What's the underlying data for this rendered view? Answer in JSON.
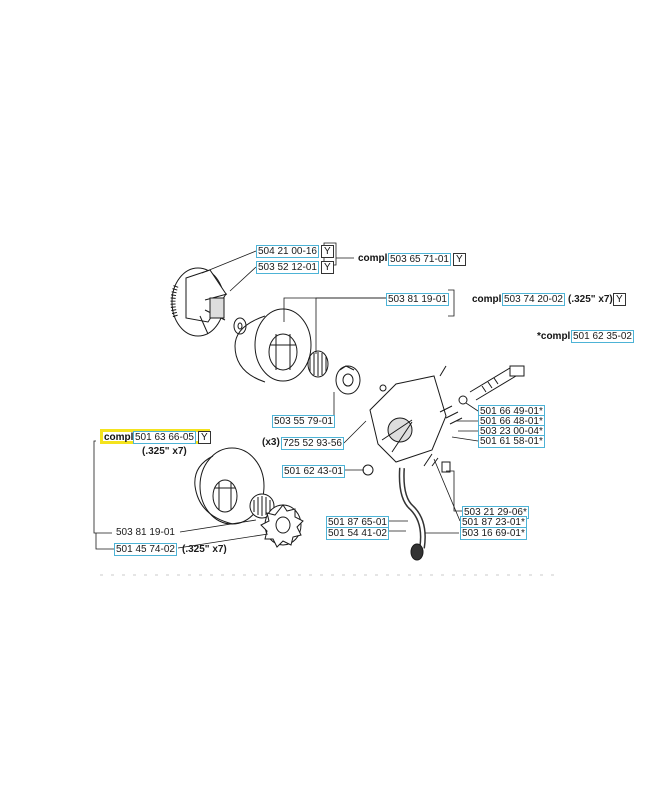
{
  "accent_color": "#4db3d6",
  "highlight_color": "#f4e31e",
  "compl_prefix": "compl",
  "compl_prefix_star": "*compl",
  "suffix_y": "Y",
  "parts": {
    "p504_21": "504 21 00-16",
    "p503_52": "503 52 12-01",
    "p503_65": "503 65 71-01",
    "p503_81_top": "503 81 19-01",
    "p503_74": "503 74 20-02",
    "p503_74_suffix": "(.325\" x7)",
    "p501_62_35": "501 62 35-02",
    "p503_55": "503 55 79-01",
    "x3_prefix": "(x3)",
    "p725_52": "725 52 93-56",
    "p501_66_49": "501 66 49-01*",
    "p501_66_48": "501 66 48-01*",
    "p503_23": "503 23 00-04*",
    "p501_61_58": "501 61 58-01*",
    "p501_62_43": "501 62 43-01",
    "p501_63_66": "501 63 66-05",
    "p501_63_66_suffix": "(.325\" x7)",
    "p503_21": "503 21 29-06*",
    "p501_87_65": "501 87 65-01",
    "p501_87_23": "501 87 23-01*",
    "p501_54_41": "501 54 41-02",
    "p503_16": "503 16 69-01*",
    "p503_81_bottom": "503 81 19-01",
    "p501_45_74": "501 45 74-02",
    "p501_45_74_suffix": "(.325\" x7)"
  }
}
